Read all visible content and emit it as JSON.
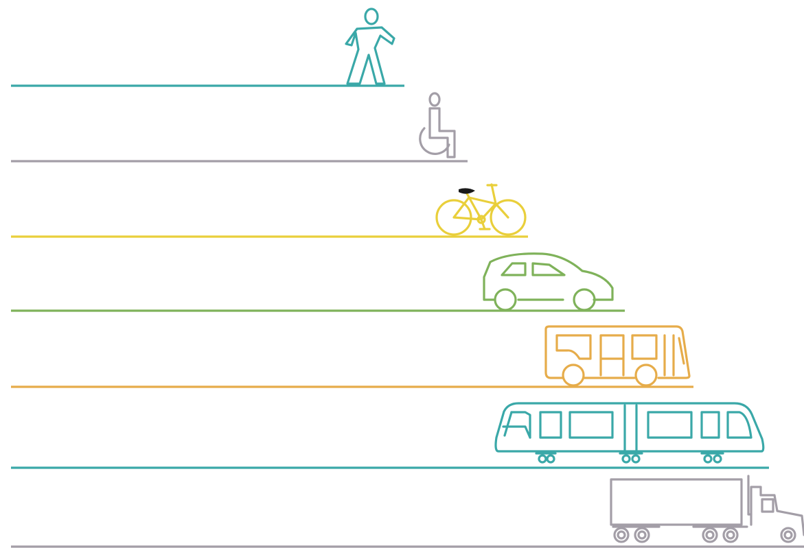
{
  "colors": {
    "teal": "#3aa8a8",
    "gray": "#a39ea7",
    "yellow": "#e9cf3b",
    "green": "#7fb25a",
    "orange": "#e6ac4a",
    "dark": "#1a1a1a"
  },
  "modes": [
    {
      "id": "pedestrian",
      "icon": "pedestrian-icon",
      "color": "teal"
    },
    {
      "id": "wheelchair",
      "icon": "wheelchair-icon",
      "color": "gray"
    },
    {
      "id": "bicycle",
      "icon": "bicycle-icon",
      "color": "yellow"
    },
    {
      "id": "car",
      "icon": "car-icon",
      "color": "green"
    },
    {
      "id": "bus",
      "icon": "bus-icon",
      "color": "orange"
    },
    {
      "id": "light-rail",
      "icon": "light-rail-icon",
      "color": "teal"
    },
    {
      "id": "truck",
      "icon": "truck-icon",
      "color": "gray"
    }
  ]
}
